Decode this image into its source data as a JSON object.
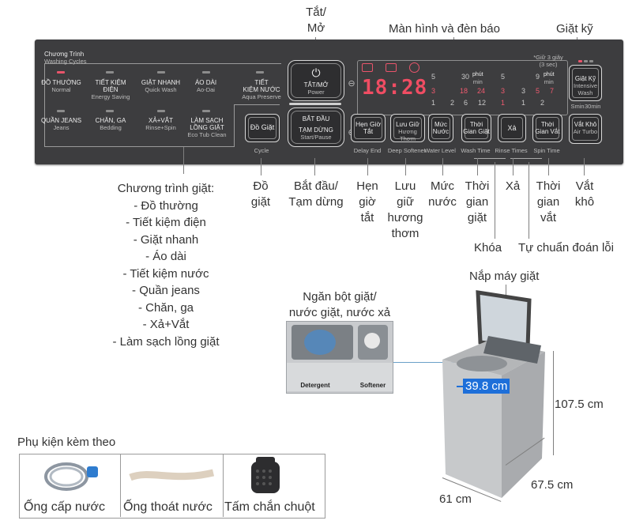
{
  "top_labels": {
    "power": [
      "Tắt/",
      "Mở"
    ],
    "display": "Màn hình và đèn báo",
    "intensive": "Giặt kỹ"
  },
  "panel": {
    "cycles_title": "Chương Trình",
    "cycles_subtitle": "Washing Cycles",
    "cycles": [
      {
        "vi": "ĐỒ THƯỜNG",
        "en": "Normal"
      },
      {
        "vi": "TIẾT KIỆM ĐIỆN",
        "en": "Energy Saving"
      },
      {
        "vi": "GIẶT NHANH",
        "en": "Quick Wash"
      },
      {
        "vi": "ÁO DÀI",
        "en": "Ao-Dai"
      },
      {
        "vi": "TIẾT KIỆM NƯỚC",
        "en": "Aqua Preserve"
      },
      {
        "vi": "QUẦN JEANS",
        "en": "Jeans"
      },
      {
        "vi": "CHĂN, GA",
        "en": "Bedding"
      },
      {
        "vi": "XẢ+VẮT",
        "en": "Rinse+Spin"
      },
      {
        "vi": "LÀM SẠCH LỒNG GIẶT",
        "en": "Eco Tub Clean"
      }
    ],
    "cycle_button": "Đồ Giặt",
    "cycle_caption": "Cycle",
    "power_vi": "TẮT/MỞ",
    "power_en": "Power",
    "start_vi1": "BẮT ĐẦU",
    "start_vi2": "TẠM DỪNG",
    "start_en": "Start/Pause",
    "display_digits": "18:28",
    "hold_note": "*Giữ 3 giây",
    "hold_note_en": "(3 sec)",
    "col1": [
      "5",
      "3",
      "1"
    ],
    "col2_top": "30",
    "col2_unit": "phút",
    "col2_unit_en": "min",
    "col2": [
      "18",
      "2"
    ],
    "col2b": [
      "24",
      "6"
    ],
    "col2c": [
      "12"
    ],
    "col3": [
      "5",
      "3",
      "1"
    ],
    "col4_top": "9",
    "col4_unit": "phút",
    "col4": [
      "7",
      "5",
      "3",
      "1"
    ],
    "col4b": [
      "2"
    ],
    "buttons": [
      {
        "vi": "Hẹn Giờ Tắt",
        "en": "Delay End"
      },
      {
        "vi": "Lưu Giữ Hương Thơm",
        "en": "Deep Softener"
      },
      {
        "vi": "Mức Nước",
        "en": "Water Level"
      },
      {
        "vi": "Thời Gian Giặt",
        "en": "Wash Time"
      },
      {
        "vi": "Xả",
        "en": "Rinse Times"
      },
      {
        "vi": "Thời Gian Vắt",
        "en": "Spin Time"
      }
    ],
    "intensive_vi": "Giặt Kỹ",
    "intensive_en": "Intensive Wash",
    "airturbo_vi": "Vắt Khô",
    "airturbo_en": "Air Turbo",
    "airturbo_top1": "Smin",
    "airturbo_top2": "30min"
  },
  "bottom_labels": {
    "cycle": [
      "Đồ",
      "giặt"
    ],
    "start": [
      "Bắt đầu/",
      "Tạm dừng"
    ],
    "delay": [
      "Hẹn",
      "giờ",
      "tắt"
    ],
    "softener": [
      "Lưu",
      "giữ",
      "hương",
      "thơm"
    ],
    "water": [
      "Mức",
      "nước"
    ],
    "wash_time": [
      "Thời",
      "gian",
      "giặt"
    ],
    "rinse": "Xả",
    "spin_time": [
      "Thời",
      "gian",
      "vắt"
    ],
    "dry": [
      "Vắt",
      "khô"
    ],
    "lock": "Khóa",
    "self_diag": "Tự chuẩn đoán lỗi"
  },
  "programs": {
    "title": "Chương trình giặt:",
    "items": [
      "- Đồ thường",
      "- Tiết kiệm điện",
      "- Giặt nhanh",
      "- Áo dài",
      "- Tiết kiệm nước",
      "- Quần jeans",
      "- Chăn, ga",
      "- Xả+Vắt",
      "- Làm sạch lồng giặt"
    ]
  },
  "drawer": {
    "label": [
      "Ngăn bột giặt/",
      "nước giặt, nước xả"
    ],
    "detergent": "Detergent",
    "softener": "Softener"
  },
  "machine": {
    "lid_label": "Nắp máy giặt",
    "width_opening": "39.8 cm",
    "height": "107.5 cm",
    "depth": "67.5 cm",
    "width": "61 cm"
  },
  "accessories": {
    "title": "Phụ kiện kèm theo",
    "items": [
      "Ống cấp nước",
      "Ống thoát nước",
      "Tấm chắn chuột"
    ]
  },
  "colors": {
    "panel": "#3d3d3f",
    "accent_red": "#e9546b",
    "measure_blue": "#1e6fd9"
  }
}
